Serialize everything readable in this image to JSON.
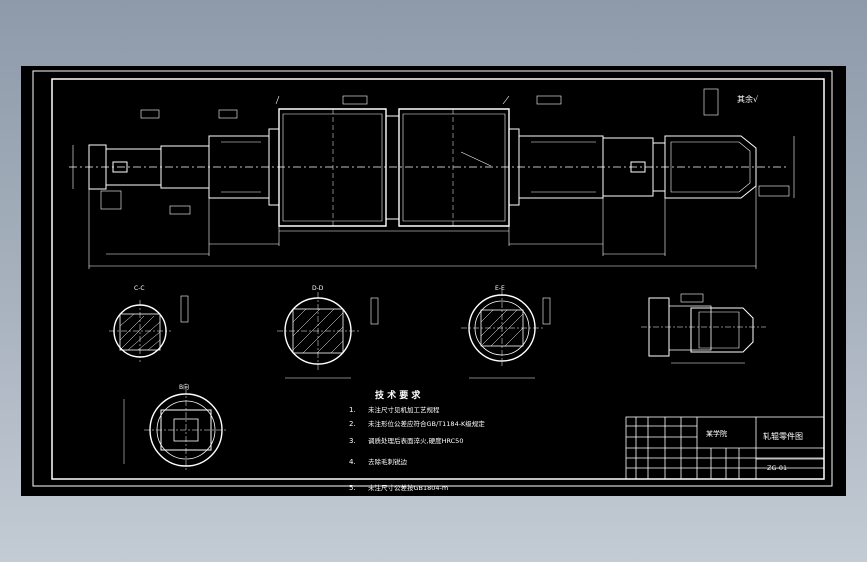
{
  "colors": {
    "background": "#9aa6b5",
    "viewport": "#000000",
    "lines": "#ffffff"
  },
  "corner_note": "其余√",
  "sections": {
    "a": "C-C",
    "b": "D-D",
    "c": "E-E",
    "d": "B向"
  },
  "requirements": {
    "title": "技 术 要 求",
    "items": [
      {
        "num": "1.",
        "text": "未注尺寸见机加工艺规程"
      },
      {
        "num": "2.",
        "text": "未注形位公差应符合GB/T1184-K级规定"
      },
      {
        "num": "3.",
        "text": "调质处理后表面淬火,硬度HRC50"
      },
      {
        "num": "4.",
        "text": "去除毛刺锐边"
      },
      {
        "num": "5.",
        "text": "未注尺寸公差按GB1804-m"
      }
    ]
  },
  "title_block": {
    "school": "某学院",
    "drawing_name": "轧辊零件图",
    "drawing_no": "ZG-01"
  }
}
